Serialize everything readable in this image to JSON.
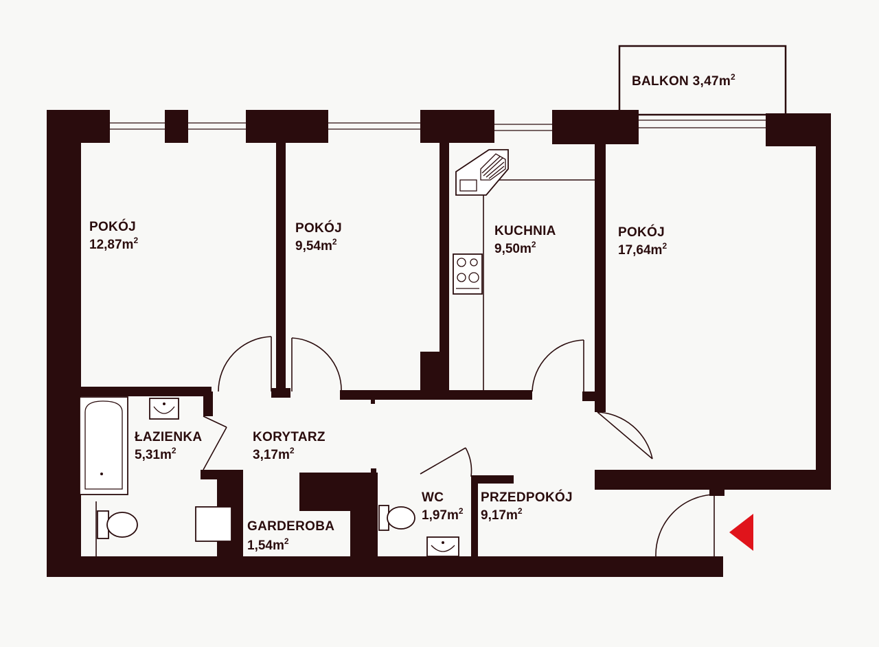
{
  "rooms": {
    "pokoj1": {
      "name": "POKÓJ",
      "area": "12,87m",
      "sup": "2"
    },
    "pokoj2": {
      "name": "POKÓJ",
      "area": "9,54m",
      "sup": "2"
    },
    "kuchnia": {
      "name": "KUCHNIA",
      "area": "9,50m",
      "sup": "2"
    },
    "pokoj3": {
      "name": "POKÓJ",
      "area": "17,64m",
      "sup": "2"
    },
    "balkon": {
      "name": "BALKON",
      "area": "3,47m",
      "sup": "2"
    },
    "lazienka": {
      "name": "ŁAZIENKA",
      "area": "5,31m",
      "sup": "2"
    },
    "korytarz": {
      "name": "KORYTARZ",
      "area": "3,17m",
      "sup": "2"
    },
    "garderoba": {
      "name": "GARDEROBA",
      "area": "1,54m",
      "sup": "2"
    },
    "wc": {
      "name": "WC",
      "area": "1,97m",
      "sup": "2"
    },
    "przedpokoj": {
      "name": "PRZEDPOKÓJ",
      "area": "9,17m",
      "sup": "2"
    }
  },
  "colors": {
    "wall": "#2a0c0d",
    "entrance_marker": "#e0141b",
    "background": "#f8f8f6"
  },
  "icons": {
    "entrance": "entrance-arrow-icon"
  }
}
